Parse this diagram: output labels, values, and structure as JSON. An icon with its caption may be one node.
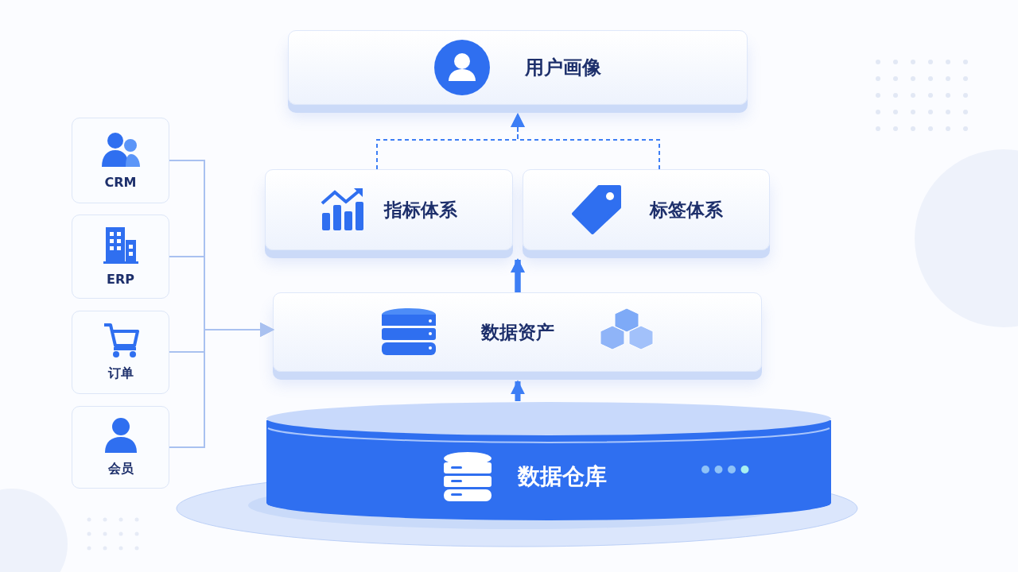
{
  "diagram": {
    "nodes": [
      {
        "text": [
          "用户画像"
        ]
      },
      {
        "text": [
          "指标体系"
        ]
      },
      {
        "text": [
          "标签体系"
        ]
      },
      {
        "text": [
          "数据资产"
        ]
      },
      {
        "text": [
          "数据仓库"
        ]
      },
      {
        "text": [
          "CRM"
        ]
      },
      {
        "text": [
          "ERP"
        ]
      },
      {
        "text": [
          "订单"
        ]
      },
      {
        "text": [
          "会员"
        ]
      }
    ],
    "edges": [
      {
        "from": 5,
        "to": 3,
        "arrow": "to",
        "color": "#a9c1f0"
      },
      {
        "from": 6,
        "to": 3,
        "arrow": "to",
        "color": "#a9c1f0"
      },
      {
        "from": 7,
        "to": 3,
        "arrow": "to",
        "color": "#a9c1f0"
      },
      {
        "from": 8,
        "to": 3,
        "arrow": "to",
        "color": "#a9c1f0"
      },
      {
        "from": 4,
        "to": 3,
        "arrow": "to",
        "style": "thick"
      },
      {
        "from": 3,
        "to": 1,
        "arrow": "to",
        "style": "thick"
      },
      {
        "from": 3,
        "to": 2,
        "arrow": "to",
        "style": "thick"
      },
      {
        "from": 1,
        "to": 0,
        "arrow": "to",
        "style": "dashed"
      },
      {
        "from": 2,
        "to": 0,
        "arrow": "to",
        "style": "dashed"
      }
    ]
  }
}
